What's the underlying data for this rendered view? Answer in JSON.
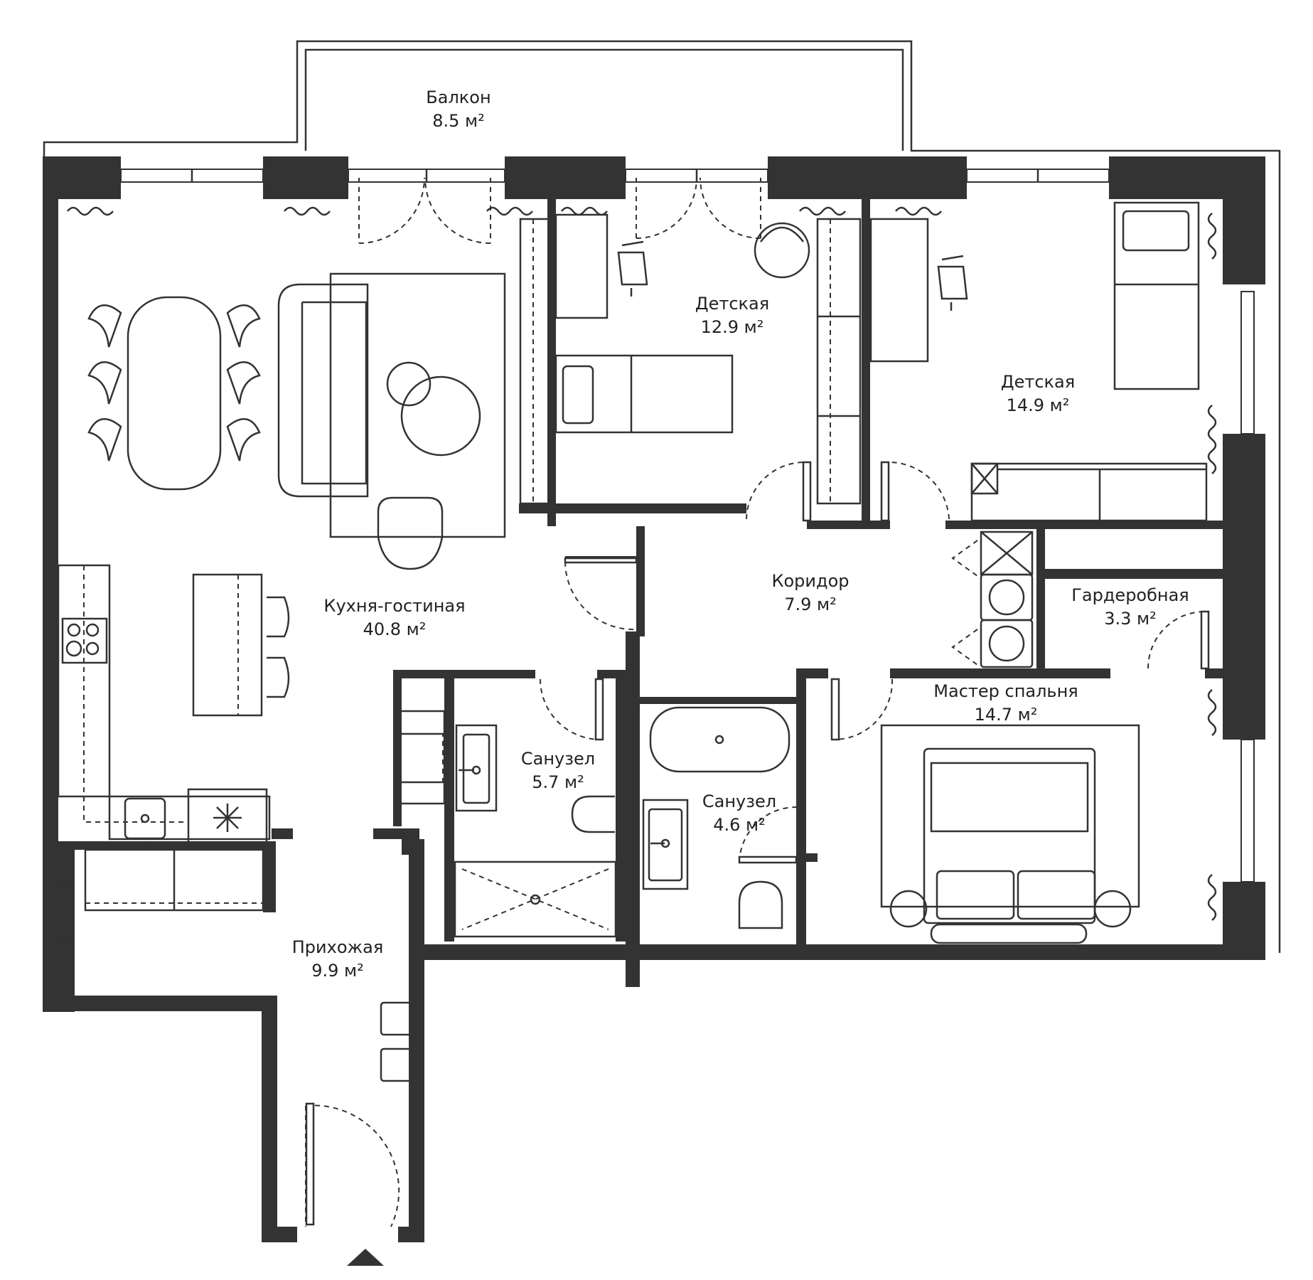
{
  "colors": {
    "wall": "#333333",
    "line": "#333333",
    "background": "#ffffff"
  },
  "rooms": [
    {
      "id": "balcony",
      "name": "Балкон",
      "area": "8.5 м²"
    },
    {
      "id": "kids1",
      "name": "Детская",
      "area": "12.9 м²"
    },
    {
      "id": "kids2",
      "name": "Детская",
      "area": "14.9 м²"
    },
    {
      "id": "living",
      "name": "Кухня-гостиная",
      "area": "40.8 м²"
    },
    {
      "id": "corridor",
      "name": "Коридор",
      "area": "7.9 м²"
    },
    {
      "id": "wardrobe",
      "name": "Гардеробная",
      "area": "3.3 м²"
    },
    {
      "id": "master",
      "name": "Мастер спальня",
      "area": "14.7 м²"
    },
    {
      "id": "bath1",
      "name": "Санузел",
      "area": "5.7 м²"
    },
    {
      "id": "bath2",
      "name": "Санузел",
      "area": "4.6 м²"
    },
    {
      "id": "hall",
      "name": "Прихожая",
      "area": "9.9 м²"
    }
  ],
  "icons": {
    "entrance": "entrance-arrow-icon"
  }
}
